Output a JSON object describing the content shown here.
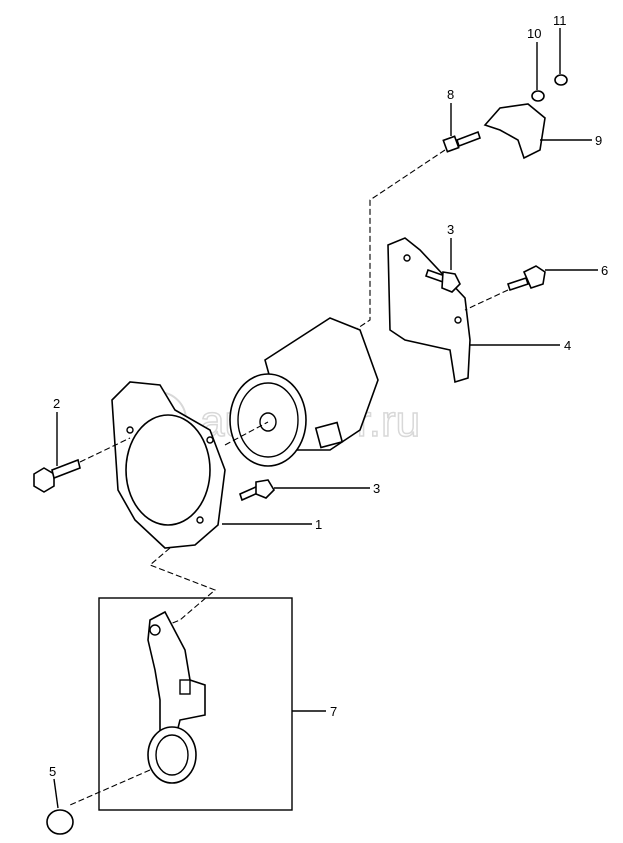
{
  "watermark": "autopiter.ru",
  "callouts": {
    "c11": "11",
    "c10": "10",
    "c8": "8",
    "c9": "9",
    "c3a": "3",
    "c6": "6",
    "c4": "4",
    "c2": "2",
    "c3b": "3",
    "c1": "1",
    "c7": "7",
    "c5": "5"
  }
}
